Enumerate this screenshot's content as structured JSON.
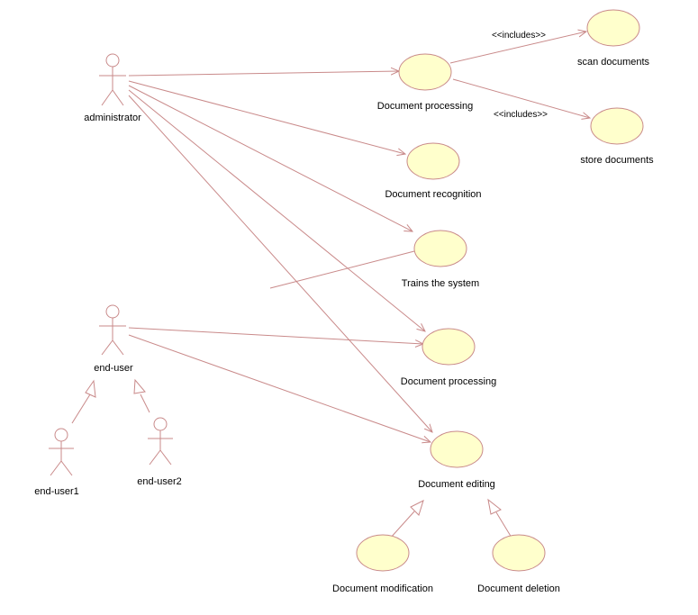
{
  "diagram": {
    "actors": {
      "administrator": "administrator",
      "end_user": "end-user",
      "end_user1": "end-user1",
      "end_user2": "end-user2"
    },
    "use_cases": {
      "doc_processing_top": "Document processing",
      "scan_documents": "scan documents",
      "store_documents": "store documents",
      "doc_recognition": "Document recognition",
      "trains_system": "Trains the system",
      "doc_processing_mid": "Document processing",
      "doc_editing": "Document editing",
      "doc_modification": "Document modification",
      "doc_deletion": "Document deletion"
    },
    "stereotypes": {
      "includes_scan": "<<includes>>",
      "includes_store": "<<includes>>"
    },
    "colors": {
      "line": "#c98a8a",
      "usecase_fill": "#ffffcc",
      "usecase_stroke": "#c98a8a"
    }
  }
}
